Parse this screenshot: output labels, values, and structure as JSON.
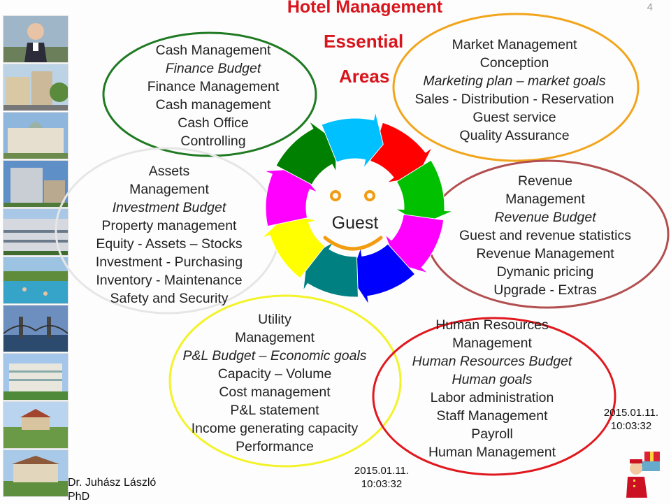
{
  "header": {
    "title": "Hotel Management",
    "page_number": "4",
    "essential": "Essential",
    "areas": "Areas"
  },
  "center": {
    "label": "Guest"
  },
  "colors": {
    "title_red": "#d8151c",
    "cash_border": "#1f7a22",
    "market_border": "#f2a51c",
    "assets_border": "#e6e6e6",
    "revenue_border": "#b25050",
    "utility_border": "#f3f32a",
    "hr_border": "#e0191f",
    "wheel": [
      "#ff0000",
      "#00c000",
      "#ff00ff",
      "#0000ff",
      "#008080",
      "#ffff00",
      "#ff00ff",
      "#008000",
      "#00c0ff"
    ]
  },
  "areas": {
    "cash": {
      "lines": [
        {
          "text": "Cash Management",
          "italic": false
        },
        {
          "text": "Finance Budget",
          "italic": true
        },
        {
          "text": "Finance Management",
          "italic": false
        },
        {
          "text": "Cash management",
          "italic": false
        },
        {
          "text": "Cash Office",
          "italic": false
        },
        {
          "text": "Controlling",
          "italic": false
        }
      ]
    },
    "market": {
      "lines": [
        {
          "text": "Market Management",
          "italic": false
        },
        {
          "text": "Conception",
          "italic": false
        },
        {
          "text": "Marketing plan – market goals",
          "italic": true
        },
        {
          "text": "Sales - Distribution - Reservation",
          "italic": false
        },
        {
          "text": "Guest service",
          "italic": false
        },
        {
          "text": "Quality Assurance",
          "italic": false
        }
      ]
    },
    "assets": {
      "lines": [
        {
          "text": "Assets",
          "italic": false
        },
        {
          "text": "Management",
          "italic": false
        },
        {
          "text": "Investment Budget",
          "italic": true
        },
        {
          "text": "Property management",
          "italic": false
        },
        {
          "text": "Equity - Assets – Stocks",
          "italic": false
        },
        {
          "text": "Investment - Purchasing",
          "italic": false
        },
        {
          "text": "Inventory - Maintenance",
          "italic": false
        },
        {
          "text": "Safety and Security",
          "italic": false
        }
      ]
    },
    "revenue": {
      "lines": [
        {
          "text": "Revenue",
          "italic": false
        },
        {
          "text": "Management",
          "italic": false
        },
        {
          "text": "Revenue Budget",
          "italic": true
        },
        {
          "text": "Guest and revenue statistics",
          "italic": false
        },
        {
          "text": "Revenue Management",
          "italic": false
        },
        {
          "text": "Dymanic pricing",
          "italic": false
        },
        {
          "text": "Upgrade - Extras",
          "italic": false
        }
      ]
    },
    "utility": {
      "lines": [
        {
          "text": "Utility",
          "italic": false
        },
        {
          "text": "Management",
          "italic": false
        },
        {
          "text": "P&L Budget – Economic goals",
          "italic": true
        },
        {
          "text": "Capacity – Volume",
          "italic": false
        },
        {
          "text": "Cost management",
          "italic": false
        },
        {
          "text": "P&L statement",
          "italic": false
        },
        {
          "text": "Income generating capacity",
          "italic": false
        },
        {
          "text": "Performance",
          "italic": false
        }
      ]
    },
    "hr": {
      "lines": [
        {
          "text": "Human Resources",
          "italic": false
        },
        {
          "text": "Management",
          "italic": false
        },
        {
          "text": "Human Resources Budget",
          "italic": true
        },
        {
          "text": "Human goals",
          "italic": true
        },
        {
          "text": "Labor administration",
          "italic": false
        },
        {
          "text": "Staff Management",
          "italic": false
        },
        {
          "text": "Payroll",
          "italic": false
        },
        {
          "text": "Human Management",
          "italic": false
        }
      ]
    }
  },
  "timestamps": {
    "bottom_date": "2015.01.11.",
    "bottom_time": "10:03:32",
    "right_date": "2015.01.11.",
    "right_time": "10:03:32"
  },
  "footer": {
    "author_line1": "Dr. Juhász László",
    "author_line2": "PhD"
  },
  "photos": [
    {
      "name": "portrait-photo"
    },
    {
      "name": "city-street-photo"
    },
    {
      "name": "spa-building-photo"
    },
    {
      "name": "hotel-tower-photo"
    },
    {
      "name": "hotel-facade-photo"
    },
    {
      "name": "thermal-pool-photo"
    },
    {
      "name": "chain-bridge-photo"
    },
    {
      "name": "resort-hotel-photo"
    },
    {
      "name": "countryside-hotel-photo"
    },
    {
      "name": "manor-house-photo"
    }
  ]
}
